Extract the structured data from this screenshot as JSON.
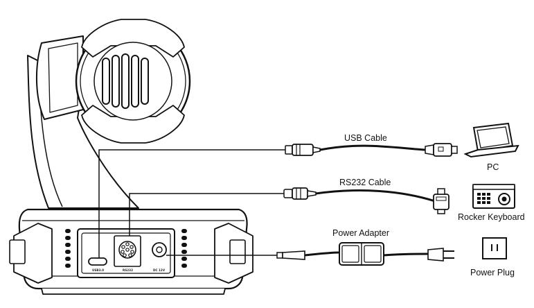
{
  "cables": {
    "usb": "USB Cable",
    "rs232": "RS232 Cable",
    "power": "Power Adapter"
  },
  "devices": {
    "pc": "PC",
    "keyboard": "Rocker Keyboard",
    "plug": "Power Plug"
  },
  "ports": {
    "usb": "USB3.0",
    "rs232": "RS232",
    "dc": "DC 12V"
  }
}
